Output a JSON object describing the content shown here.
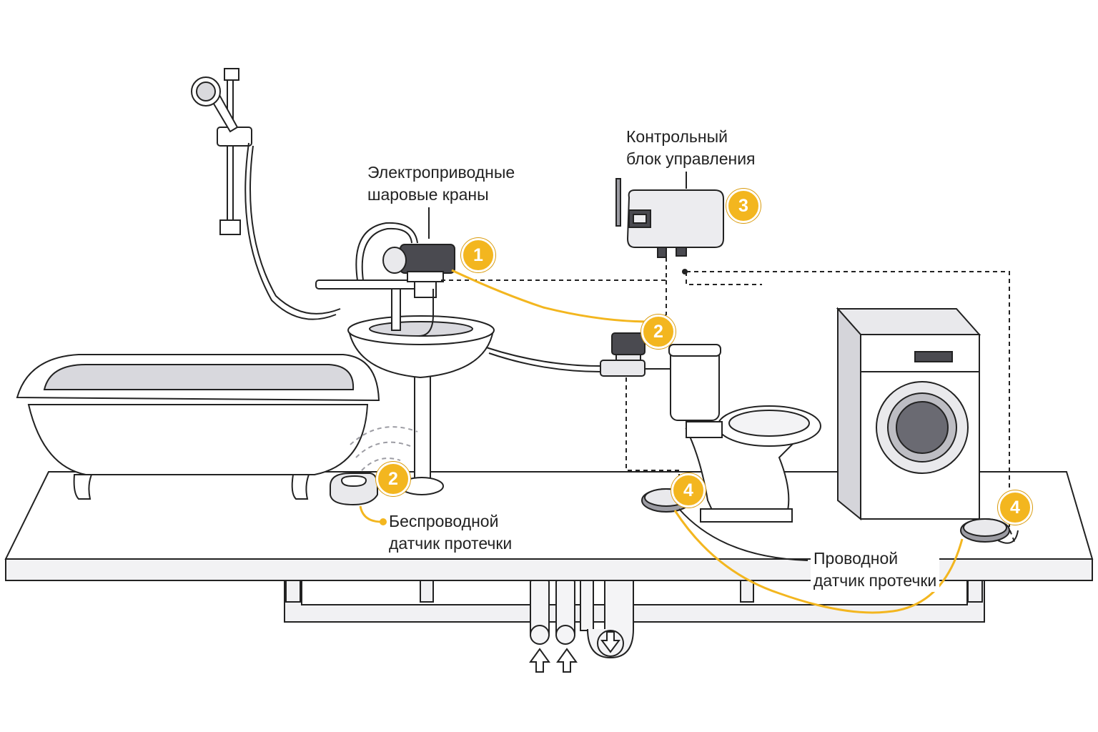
{
  "labels": {
    "valves": [
      "Электроприводные",
      "шаровые краны"
    ],
    "controller": [
      "Контрольный",
      "блок управления"
    ],
    "wireless_sensor": [
      "Беспроводной",
      "датчик протечки"
    ],
    "wired_sensor": [
      "Проводной",
      "датчик протечки"
    ]
  },
  "badges": {
    "valve_top": "1",
    "valve_pipe": "2",
    "controller": "3",
    "wireless_sensor": "2",
    "sensor_toilet": "4",
    "sensor_washer": "4"
  },
  "colors": {
    "accent": "#f3b61f",
    "outline": "#222222",
    "fill_light": "#ffffff",
    "fill_grey": "#e9e9ec",
    "device_dark": "#4a4a50"
  }
}
